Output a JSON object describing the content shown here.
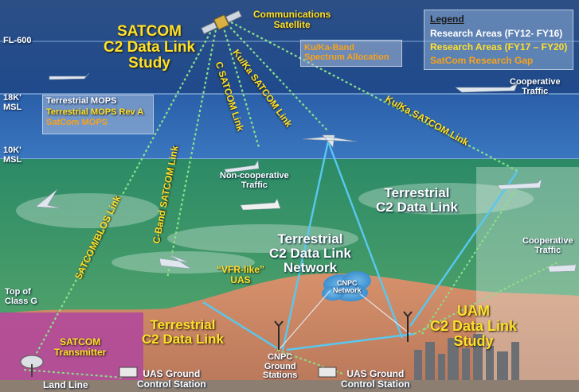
{
  "altitudes": {
    "fl600": "FL-600",
    "k18": "18K'",
    "msl1": "MSL",
    "k10": "10K'",
    "msl2": "MSL",
    "topg1": "Top of",
    "topg2": "Class G"
  },
  "title_satcom": [
    "SATCOM",
    "C2 Data Link",
    "Study"
  ],
  "comm_satellite": [
    "Communications",
    "Satellite"
  ],
  "kuka_spectrum": [
    "Ku/Ka-Band",
    "Spectrum Allocation"
  ],
  "legend": {
    "title": "Legend",
    "items": [
      {
        "text": "Research Areas (FY12- FY16)",
        "color": "#ffffff"
      },
      {
        "text": "Research Areas (FY17 – FY20)",
        "color": "#ffe02b"
      },
      {
        "text": "SatCom Research Gap",
        "color": "#f7a21b"
      }
    ]
  },
  "mops": {
    "line1": "Terrestrial MOPS",
    "line2": "Terrestrial MOPS Rev A",
    "line3": "SatCom MOPS"
  },
  "links": {
    "satcom_blos": "SATCOM/BLOS Link",
    "c_band": "C-Band SATCOM Link",
    "c_satcom": "C SATCOM Link",
    "kuka1": "Ku/Ka SATCOM Link",
    "kuka2": "Ku/Ka SATCOM Link"
  },
  "cooperative_traffic_top": [
    "Cooperative",
    "Traffic"
  ],
  "noncooperative": [
    "Non-cooperative",
    "Traffic"
  ],
  "terrestrial_c2_right": [
    "Terrestrial",
    "C2 Data Link"
  ],
  "terrestrial_network": [
    "Terrestrial",
    "C2 Data Link",
    "Network"
  ],
  "cooperative_traffic_right": [
    "Cooperative",
    "Traffic"
  ],
  "vfr": [
    "“VFR-like”",
    "UAS"
  ],
  "cnpc_network": [
    "CNPC",
    "Network"
  ],
  "terrestrial_c2_bottom": [
    "Terrestrial",
    "C2 Data Link"
  ],
  "uam": [
    "UAM",
    "C2 Data Link",
    "Study"
  ],
  "satcom_transmitter": [
    "SATCOM",
    "Transmitter"
  ],
  "land_line": "Land Line",
  "uas_gcs_left": [
    "UAS Ground",
    "Control Station"
  ],
  "cnpc_ground": [
    "CNPC",
    "Ground",
    "Stations"
  ],
  "uas_gcs_right": [
    "UAS Ground",
    "Control Station"
  ],
  "colors": {
    "sky_high": "#1b3f7a",
    "sky_mid": "#2a5aa0",
    "green": "#2f8f63",
    "orange_zone": "#d58d66",
    "magenta_zone": "#b0479a",
    "link_cyan": "#58c8f0",
    "link_green": "#8ae089"
  }
}
